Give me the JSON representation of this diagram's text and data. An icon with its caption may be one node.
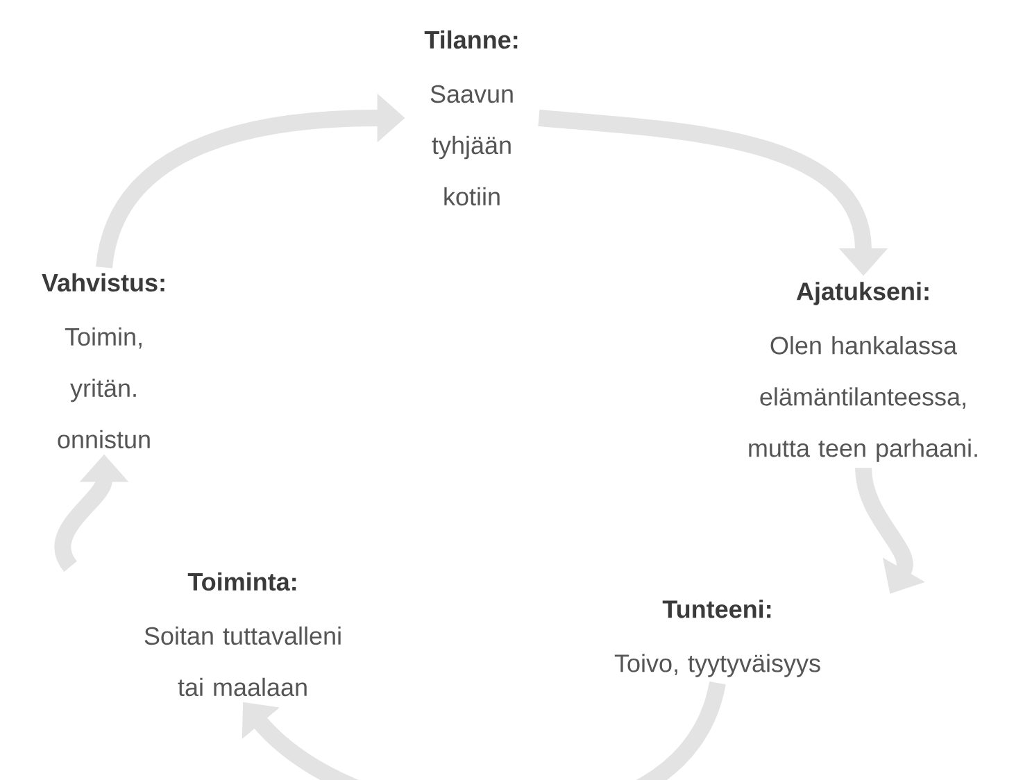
{
  "diagram": {
    "nodes": [
      {
        "text": [
          "Tilanne:",
          "Saavun tyhjään kotiin"
        ]
      },
      {
        "text": [
          "Ajatukseni:",
          "Olen hankalassa elämäntilanteessa, mutta teen parhaani."
        ]
      },
      {
        "text": [
          "Tunteeni:",
          "Toivo, tyytyväisyys"
        ]
      },
      {
        "text": [
          "Toiminta:",
          "Soitan tuttavalleni tai maalaan"
        ]
      },
      {
        "text": [
          "Vahvistus:",
          "Toimin, yritän. onnistun"
        ]
      }
    ],
    "edges": [
      {
        "from": 0,
        "to": 1,
        "arrow": "to"
      },
      {
        "from": 1,
        "to": 2,
        "arrow": "to"
      },
      {
        "from": 2,
        "to": 3,
        "arrow": "to"
      },
      {
        "from": 3,
        "to": 4,
        "arrow": "to"
      },
      {
        "from": 4,
        "to": 0,
        "arrow": "to"
      }
    ]
  }
}
